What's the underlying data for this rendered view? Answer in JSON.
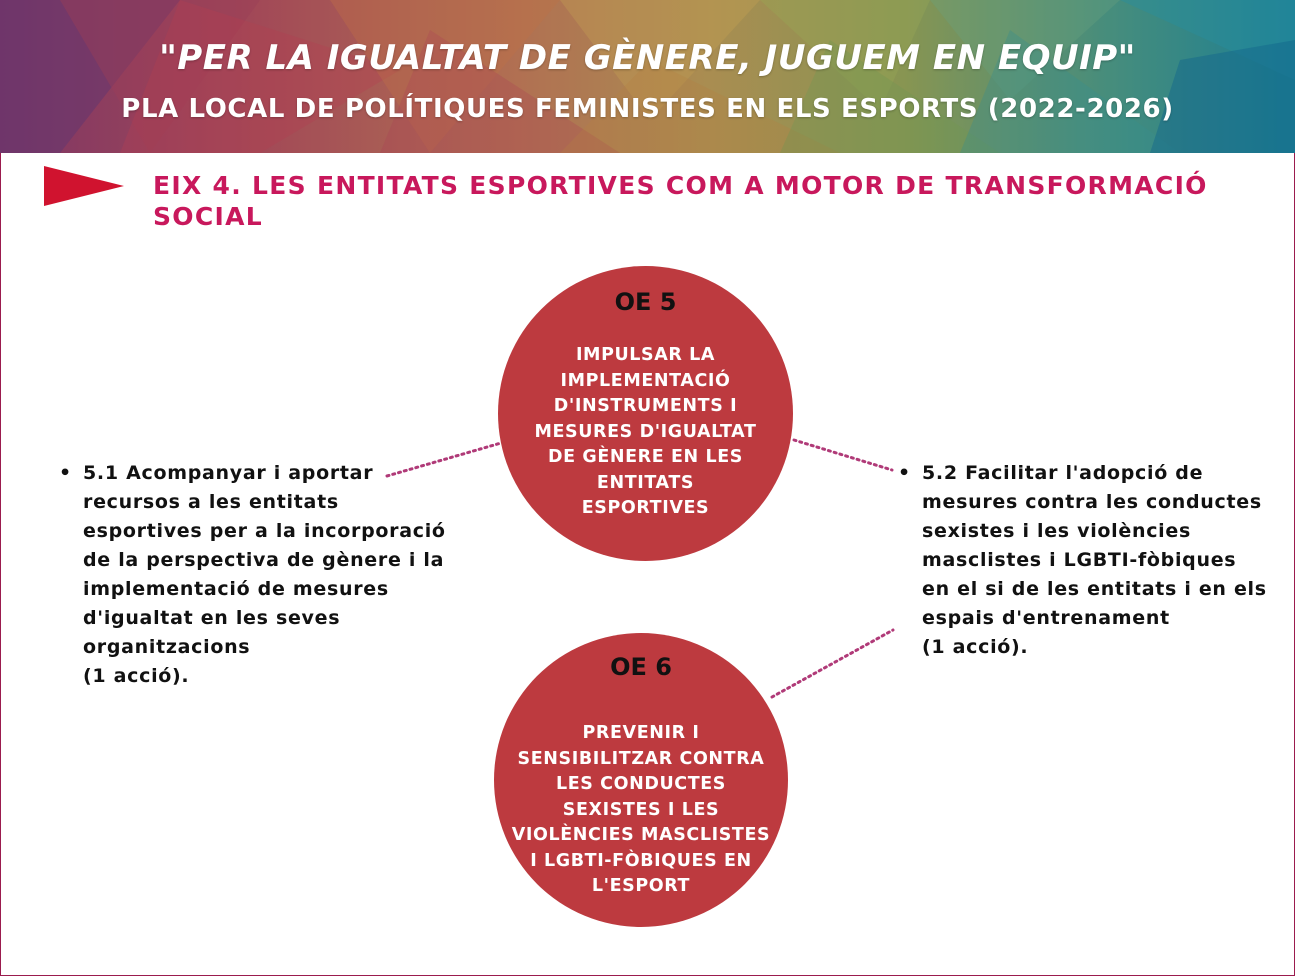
{
  "header": {
    "title": "\"PER LA IGUALTAT DE GÈNERE, JUGUEM EN EQUIP\"",
    "subtitle": "PLA LOCAL DE POLÍTIQUES FEMINISTES EN ELS ESPORTS (2022-2026)"
  },
  "axis": {
    "title_lines": [
      "EIX 4. LES ENTITATS ESPORTIVES COM A MOTOR DE TRANSFORMACIÓ",
      "SOCIAL"
    ]
  },
  "objectives": [
    {
      "label": "OE 5",
      "text_lines": [
        "IMPULSAR LA",
        "IMPLEMENTACIÓ",
        "D'INSTRUMENTS I",
        "MESURES D'IGUALTAT",
        "DE GÈNERE EN LES",
        "ENTITATS",
        "ESPORTIVES"
      ]
    },
    {
      "label": "OE 6",
      "text_lines": [
        "PREVENIR I",
        "SENSIBILITZAR CONTRA",
        "LES CONDUCTES",
        "SEXISTES I LES",
        "VIOLÈNCIES MASCLISTES",
        "I LGBTI-FÒBIQUES EN",
        "L'ESPORT"
      ]
    }
  ],
  "actions": [
    {
      "bullet": "•",
      "lines": [
        "5.1 Acompanyar i aportar",
        "recursos a les entitats",
        "esportives per a la incorporació",
        "de la perspectiva de gènere i la",
        "implementació de mesures",
        "d'igualtat en les seves",
        "organitzacions",
        "(1 acció)."
      ]
    },
    {
      "bullet": "•",
      "lines": [
        "5.2 Facilitar l'adopció de",
        "mesures contra les conductes",
        "sexistes i les violències",
        "masclistes i LGBTI-fòbiques",
        "en el si de les entitats i en els",
        "espais d'entrenament",
        "(1 acció)."
      ]
    }
  ],
  "colors": {
    "accent": "#c8185c",
    "circle": "#bd3a3f",
    "connector": "#b03a78",
    "frame": "#9b1b4e"
  },
  "icons": {
    "pennant": "red-pennant-icon"
  }
}
